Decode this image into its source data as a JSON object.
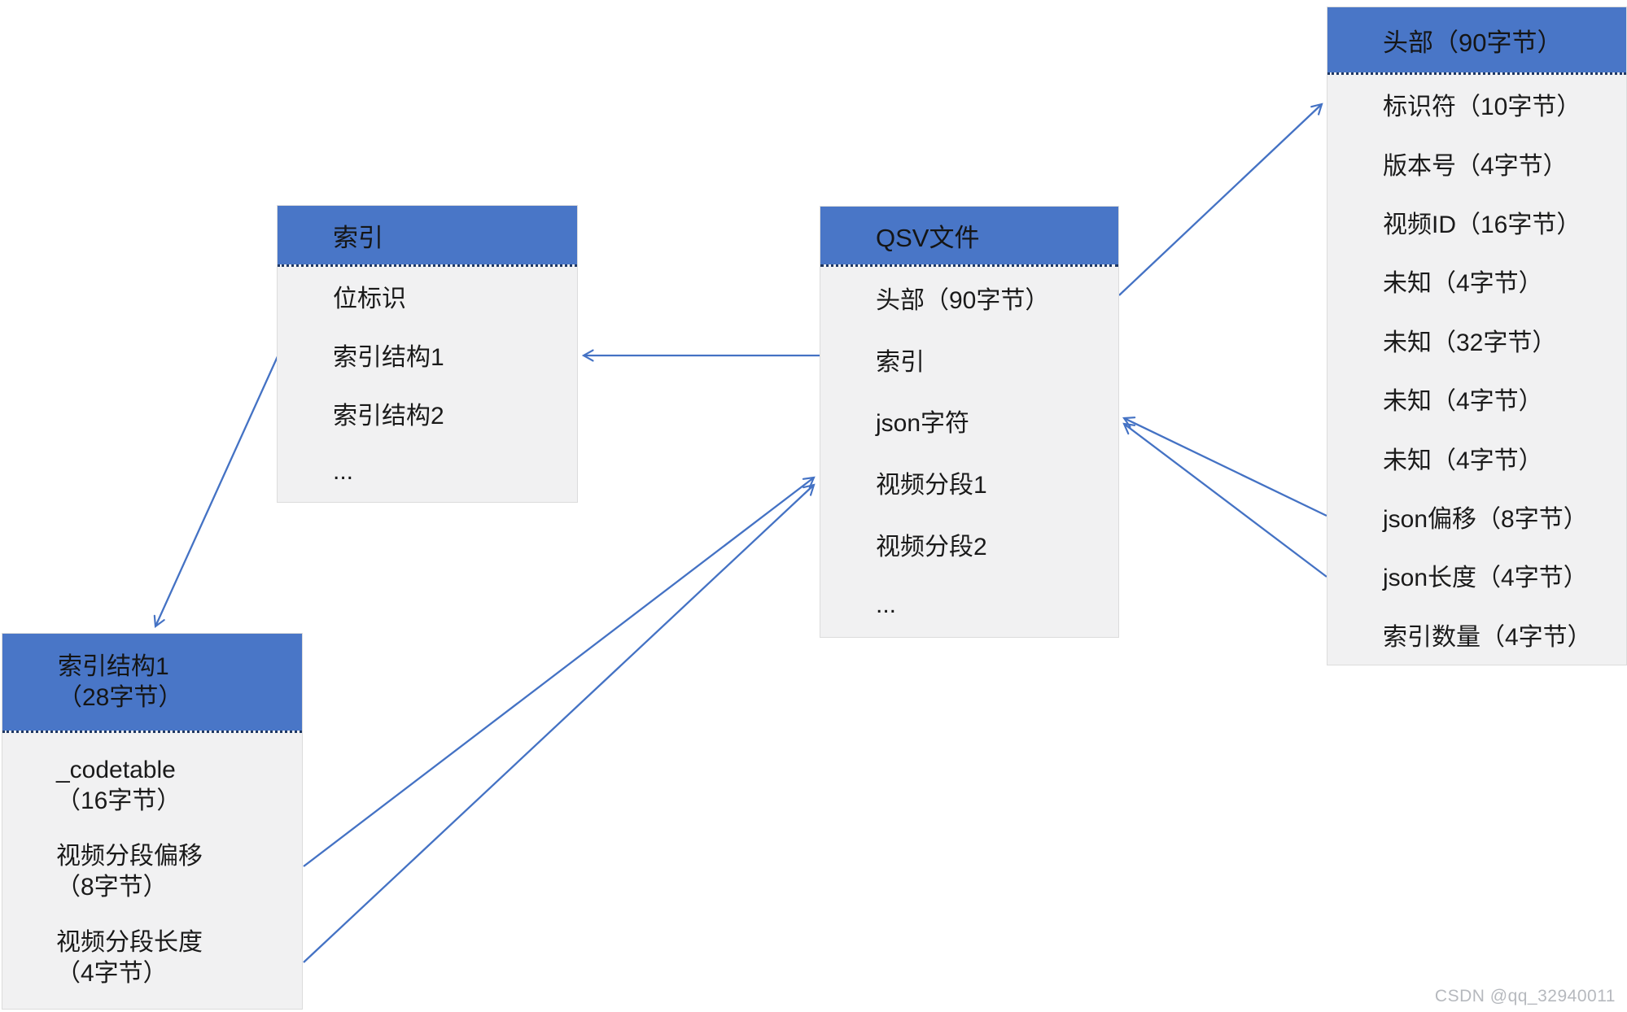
{
  "watermark": "CSDN @qq_32940011",
  "colors": {
    "header_fill": "#4976C7",
    "body_fill": "#F1F1F2",
    "box_border": "#DCDCDC",
    "divider": "#1F3864",
    "arrow": "#4472C4",
    "text": "#1A1A1A",
    "watermark_gray": "#B6B9BE"
  },
  "boxes": {
    "index": {
      "title": "索引",
      "items": [
        "位标识",
        "索引结构1",
        "索引结构2",
        "..."
      ]
    },
    "qsv": {
      "title": "QSV文件",
      "items": [
        "头部（90字节）",
        "索引",
        "json字符",
        "视频分段1",
        "视频分段2",
        "..."
      ]
    },
    "file_header": {
      "title": "头部（90字节）",
      "items": [
        "标识符（10字节）",
        "版本号（4字节）",
        "视频ID（16字节）",
        "未知（4字节）",
        "未知（32字节）",
        "未知（4字节）",
        "未知（4字节）",
        "json偏移（8字节）",
        "json长度（4字节）",
        "索引数量（4字节）"
      ]
    },
    "index_struct": {
      "title_line1": "索引结构1",
      "title_line2": "（28字节）",
      "items": [
        {
          "name": "_codetable",
          "size": "（16字节）"
        },
        {
          "name": "视频分段偏移",
          "size": "（8字节）"
        },
        {
          "name": "视频分段长度",
          "size": "（4字节）"
        }
      ]
    }
  },
  "arrows": [
    {
      "from": "qsv-box:头部（90字节）",
      "to": "file-header-box"
    },
    {
      "from": "qsv-box:索引",
      "to": "index-box"
    },
    {
      "from": "index-box:索引结构1",
      "to": "index-struct-box"
    },
    {
      "from": "index-struct-box:视频分段偏移",
      "to": "qsv-box:视频分段1"
    },
    {
      "from": "index-struct-box:视频分段长度",
      "to": "qsv-box:视频分段1"
    },
    {
      "from": "file-header-box:json偏移（8字节）",
      "to": "qsv-box:json字符"
    },
    {
      "from": "file-header-box:json长度（4字节）",
      "to": "qsv-box:json字符"
    }
  ]
}
